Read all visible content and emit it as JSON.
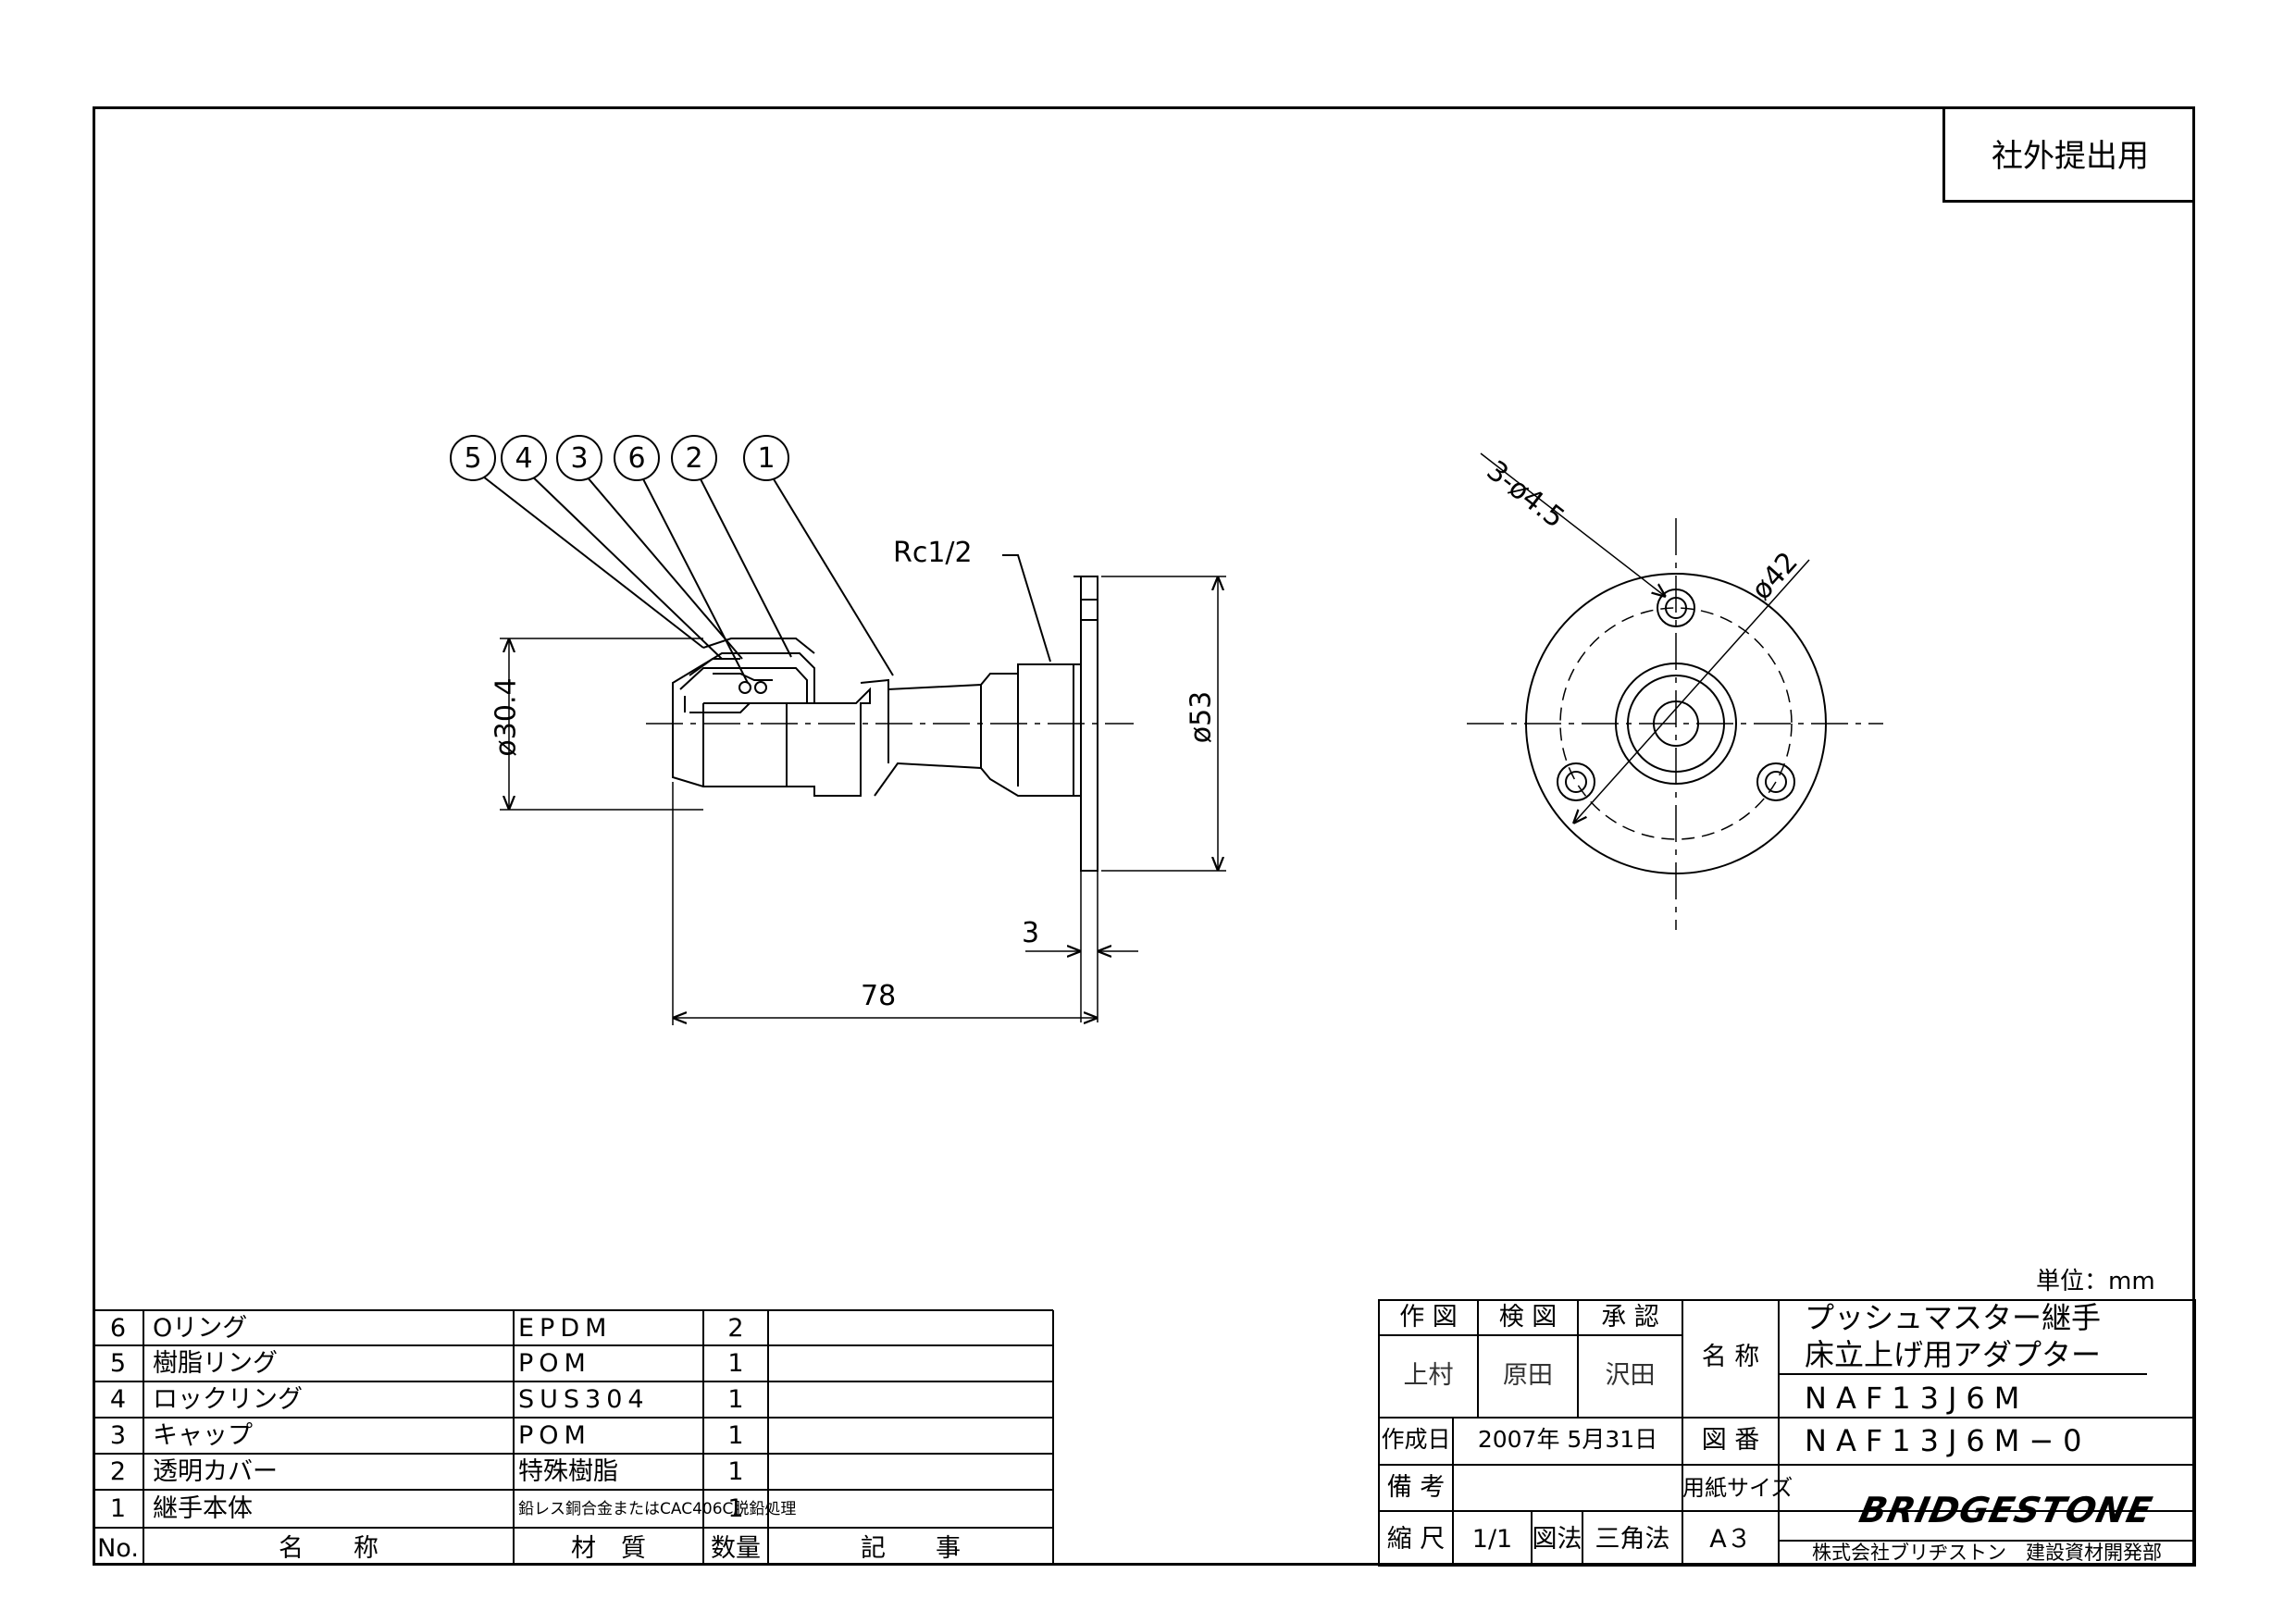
{
  "stamp_label": "社外提出用",
  "unit_label": "単位：mm",
  "balloons": [
    "5",
    "4",
    "3",
    "6",
    "2",
    "1"
  ],
  "dims": {
    "thread": "Rc1/2",
    "diam_inner": "ø30.4",
    "diam_flange": "ø53",
    "flange_thickness": "3",
    "length": "78",
    "holes": "3-ø4.5",
    "pcd": "ø42"
  },
  "parts_list": {
    "rows": [
      {
        "no": "6",
        "name": "Oリング",
        "material": "EPDM",
        "qty": "2",
        "note": ""
      },
      {
        "no": "5",
        "name": "樹脂リング",
        "material": "POM",
        "qty": "1",
        "note": ""
      },
      {
        "no": "4",
        "name": "ロックリング",
        "material": "SUS304",
        "qty": "1",
        "note": ""
      },
      {
        "no": "3",
        "name": "キャップ",
        "material": "POM",
        "qty": "1",
        "note": ""
      },
      {
        "no": "2",
        "name": "透明カバー",
        "material": "特殊樹脂",
        "qty": "1",
        "note": ""
      },
      {
        "no": "1",
        "name": "継手本体",
        "material": "鉛レス銅合金またはCAC406C脱鉛処理",
        "qty": "1",
        "note": ""
      }
    ],
    "header": {
      "no": "No.",
      "name": "名　　称",
      "material": "材　質",
      "qty": "数量",
      "note": "記　　事"
    }
  },
  "title_block": {
    "drawn_label": "作 図",
    "checked_label": "検 図",
    "approved_label": "承 認",
    "drawn_by": "上村",
    "checked_by": "原田",
    "approved_by": "沢田",
    "name_label": "名 称",
    "product_line1": "プッシュマスター継手",
    "product_line2": "床立上げ用アダプター",
    "model": "NAF13J6M",
    "created_label": "作成日",
    "created_date": "2007年 5月31日",
    "drawing_no_label": "図 番",
    "drawing_no": "NAF13J6M−0",
    "remarks_label": "備 考",
    "remarks": "",
    "paper_label": "用紙サイズ",
    "paper": "A３",
    "scale_label": "縮 尺",
    "scale": "1/1",
    "method_label": "図法",
    "method": "三角法",
    "brand": "BRIDGESTONE",
    "company": "株式会社ブリヂストン　建設資材開発部"
  }
}
